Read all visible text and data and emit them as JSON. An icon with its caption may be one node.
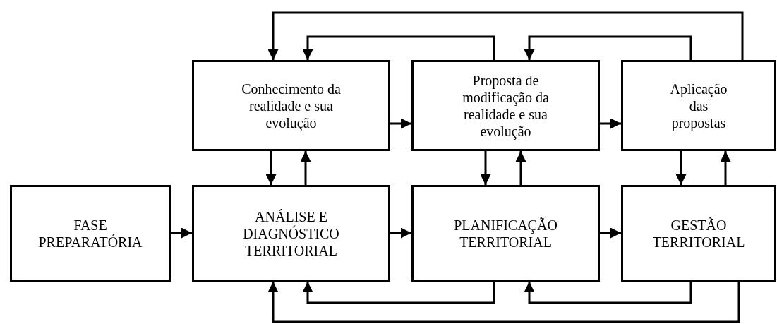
{
  "diagram": {
    "nodes": [
      {
        "text": [
          "Conhecimento da realidade e sua evolução"
        ]
      },
      {
        "text": [
          "Proposta de modificação da realidade e sua evolução"
        ]
      },
      {
        "text": [
          "Aplicação das propostas"
        ]
      },
      {
        "text": [
          "FASE PREPARATÓRIA"
        ]
      },
      {
        "text": [
          "ANÁLISE E DIAGNÓSTICO TERRITORIAL"
        ]
      },
      {
        "text": [
          "PLANIFICAÇÃO TERRITORIAL"
        ]
      },
      {
        "text": [
          "GESTÃO TERRITORIAL"
        ]
      }
    ],
    "edges": [
      {
        "from": 3,
        "to": 4,
        "arrow": "to"
      },
      {
        "from": 4,
        "to": 5,
        "arrow": "to"
      },
      {
        "from": 5,
        "to": 6,
        "arrow": "to"
      },
      {
        "from": 0,
        "to": 1,
        "arrow": "to"
      },
      {
        "from": 1,
        "to": 2,
        "arrow": "to"
      },
      {
        "from": 0,
        "to": 4,
        "arrow": "to"
      },
      {
        "from": 4,
        "to": 0,
        "arrow": "to"
      },
      {
        "from": 1,
        "to": 5,
        "arrow": "to"
      },
      {
        "from": 5,
        "to": 1,
        "arrow": "to"
      },
      {
        "from": 2,
        "to": 6,
        "arrow": "to"
      },
      {
        "from": 6,
        "to": 2,
        "arrow": "to"
      },
      {
        "from": 2,
        "to": 0,
        "arrow": "to"
      },
      {
        "from": 1,
        "to": 0,
        "arrow": "to"
      },
      {
        "from": 2,
        "to": 1,
        "arrow": "to"
      },
      {
        "from": 6,
        "to": 4,
        "arrow": "to"
      },
      {
        "from": 5,
        "to": 4,
        "arrow": "to"
      },
      {
        "from": 6,
        "to": 5,
        "arrow": "to"
      }
    ]
  }
}
